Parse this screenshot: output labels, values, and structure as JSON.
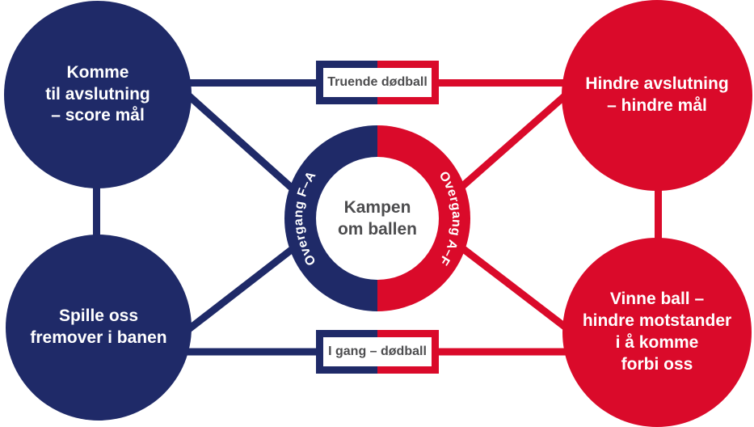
{
  "colors": {
    "navy": "#1f2a68",
    "red": "#da0a2a",
    "text_gray": "#4d4d4f",
    "white": "#ffffff"
  },
  "circles": {
    "top_left": {
      "label": "Komme\ntil avslutning\n– score mål"
    },
    "bottom_left": {
      "label": "Spille oss\nfremover i banen"
    },
    "top_right": {
      "label": "Hindre avslutning\n– hindre mål"
    },
    "bottom_right": {
      "label": "Vinne ball –\nhindre motstander\ni å komme\nforbi oss"
    }
  },
  "banners": {
    "top": {
      "label": "Truende dødball"
    },
    "bottom": {
      "label": "I gang – dødball"
    }
  },
  "center": {
    "label": "Kampen\nom ballen",
    "arc_left": "Overgang F–A",
    "arc_right": "Overgang A–F"
  }
}
